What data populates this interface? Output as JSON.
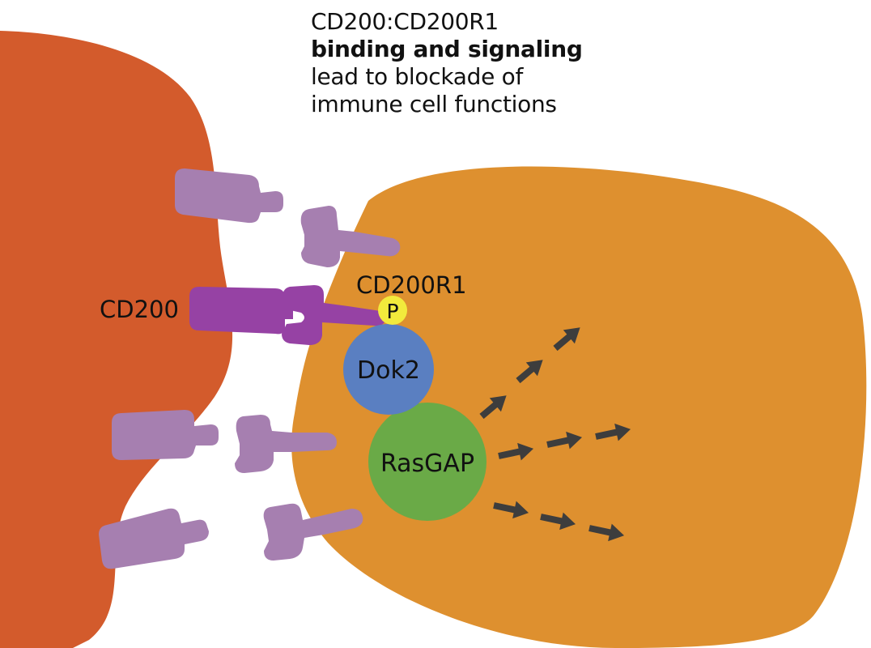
{
  "caption": {
    "line1": "CD200:CD200R1",
    "line2": "binding and signaling",
    "line3": "lead to blockade of",
    "line4": "immune cell functions"
  },
  "labels": {
    "cd200": "CD200",
    "cd200r1": "CD200R1",
    "phospho": "P",
    "dok2": "Dok2",
    "rasgap": "RasGAP"
  },
  "colors": {
    "left_cell": "#d35b2c",
    "right_cell": "#de902f",
    "receptor": "#a67fb0",
    "cd200": "#9642a4",
    "phospho": "#f2ea3c",
    "dok2": "#5a7fc1",
    "rasgap": "#6aaa47",
    "arrows": "#3d3d3d"
  }
}
